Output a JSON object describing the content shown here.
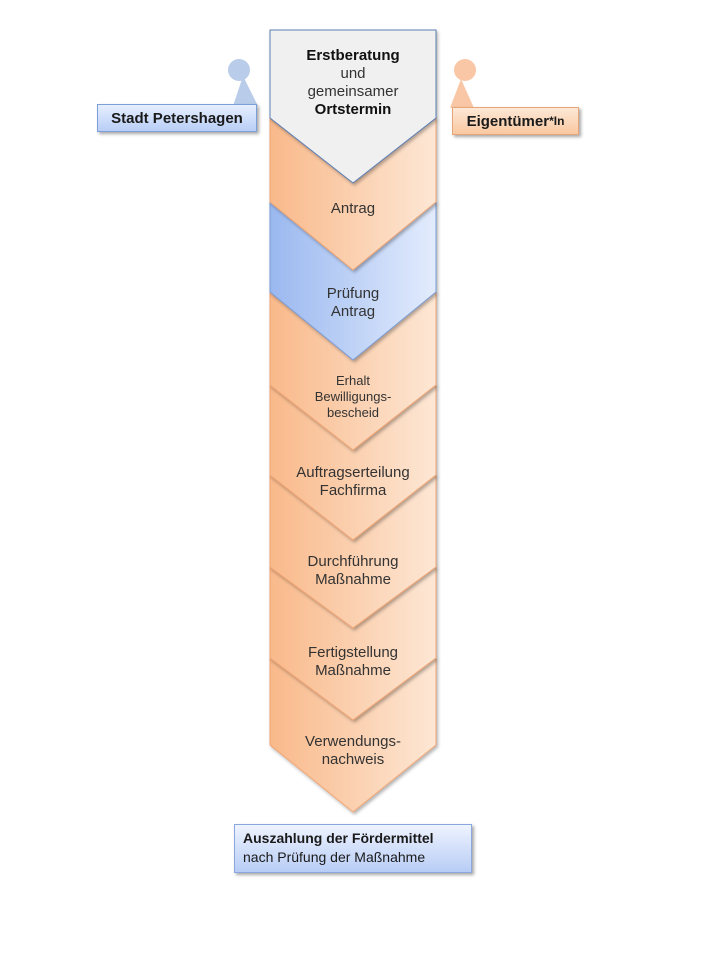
{
  "roles": {
    "stadt": "Stadt Petershagen",
    "eigentuemer_main": "Eigentümer",
    "eigentuemer_suffix": "*In"
  },
  "steps": [
    {
      "lines": [
        {
          "text": "Erstberatung",
          "bold": true
        },
        {
          "text": "und",
          "bold": false
        },
        {
          "text": "gemeinsamer",
          "bold": false
        },
        {
          "text": "Ortstermin",
          "bold": true
        }
      ],
      "fill": "gray"
    },
    {
      "lines": [
        {
          "text": "Antrag",
          "bold": false
        }
      ],
      "fill": "orange"
    },
    {
      "lines": [
        {
          "text": "Prüfung",
          "bold": false
        },
        {
          "text": "Antrag",
          "bold": false
        }
      ],
      "fill": "blue"
    },
    {
      "lines": [
        {
          "text": "Erhalt",
          "bold": false
        },
        {
          "text": "Bewilligungs-",
          "bold": false
        },
        {
          "text": "bescheid",
          "bold": false
        }
      ],
      "fill": "orange"
    },
    {
      "lines": [
        {
          "text": "Auftragserteilung",
          "bold": false
        },
        {
          "text": "Fachfirma",
          "bold": false
        }
      ],
      "fill": "orange"
    },
    {
      "lines": [
        {
          "text": "Durchführung",
          "bold": false
        },
        {
          "text": "Maßnahme",
          "bold": false
        }
      ],
      "fill": "orange"
    },
    {
      "lines": [
        {
          "text": "Fertigstellung",
          "bold": false
        },
        {
          "text": "Maßnahme",
          "bold": false
        }
      ],
      "fill": "orange"
    },
    {
      "lines": [
        {
          "text": "Verwendungs-",
          "bold": false
        },
        {
          "text": "nachweis",
          "bold": false
        }
      ],
      "fill": "orange"
    }
  ],
  "payout": {
    "title": "Auszahlung der Fördermittel",
    "subtitle": "nach Prüfung der Maßnahme"
  },
  "colors": {
    "orange_dark": "#f9b98a",
    "orange_light": "#fde7d5",
    "orange_stroke": "#f0a574",
    "blue_dark": "#9ab8ef",
    "blue_light": "#e3ecfd",
    "blue_stroke": "#7a9cd6",
    "gray_fill": "#f0f0f0",
    "gray_stroke": "#5b7fb5",
    "person_blue": "#b9cce9",
    "person_orange": "#f9c7a5"
  }
}
